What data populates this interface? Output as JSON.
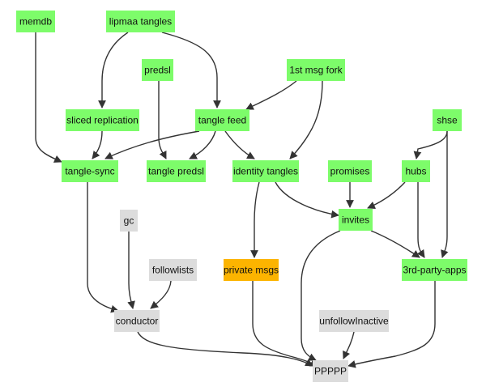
{
  "colors": {
    "done": "#7dfc6a",
    "in_progress": "#fcb400",
    "todo": "#dcdcdc",
    "edge": "#333333",
    "text": "#111111"
  },
  "nodes": [
    {
      "id": "memdb",
      "label": "memdb",
      "status": "done"
    },
    {
      "id": "lipmaa",
      "label": "lipmaa tangles",
      "status": "done"
    },
    {
      "id": "predsl",
      "label": "predsl",
      "status": "done"
    },
    {
      "id": "fork",
      "label": "1st msg fork",
      "status": "done"
    },
    {
      "id": "sliced",
      "label": "sliced replication",
      "status": "done"
    },
    {
      "id": "tanglefeed",
      "label": "tangle feed",
      "status": "done"
    },
    {
      "id": "shse",
      "label": "shse",
      "status": "done"
    },
    {
      "id": "tanglesync",
      "label": "tangle-sync",
      "status": "done"
    },
    {
      "id": "tanglepredsl",
      "label": "tangle predsl",
      "status": "done"
    },
    {
      "id": "identity",
      "label": "identity tangles",
      "status": "done"
    },
    {
      "id": "promises",
      "label": "promises",
      "status": "done"
    },
    {
      "id": "hubs",
      "label": "hubs",
      "status": "done"
    },
    {
      "id": "gc",
      "label": "gc",
      "status": "todo"
    },
    {
      "id": "invites",
      "label": "invites",
      "status": "done"
    },
    {
      "id": "followlists",
      "label": "followlists",
      "status": "todo"
    },
    {
      "id": "private",
      "label": "private msgs",
      "status": "in_progress"
    },
    {
      "id": "thirdparty",
      "label": "3rd-party-apps",
      "status": "done"
    },
    {
      "id": "conductor",
      "label": "conductor",
      "status": "todo"
    },
    {
      "id": "unfollow",
      "label": "unfollowInactive",
      "status": "todo"
    },
    {
      "id": "ppppp",
      "label": "PPPPP",
      "status": "todo"
    }
  ],
  "edges": [
    {
      "from": "memdb",
      "to": "tanglesync"
    },
    {
      "from": "lipmaa",
      "to": "sliced"
    },
    {
      "from": "lipmaa",
      "to": "tanglefeed"
    },
    {
      "from": "predsl",
      "to": "tanglepredsl"
    },
    {
      "from": "fork",
      "to": "tanglefeed"
    },
    {
      "from": "fork",
      "to": "identity"
    },
    {
      "from": "sliced",
      "to": "tanglesync"
    },
    {
      "from": "tanglefeed",
      "to": "tanglesync"
    },
    {
      "from": "tanglefeed",
      "to": "tanglepredsl"
    },
    {
      "from": "tanglefeed",
      "to": "identity"
    },
    {
      "from": "shse",
      "to": "hubs"
    },
    {
      "from": "shse",
      "to": "thirdparty"
    },
    {
      "from": "identity",
      "to": "private"
    },
    {
      "from": "identity",
      "to": "invites"
    },
    {
      "from": "promises",
      "to": "invites"
    },
    {
      "from": "hubs",
      "to": "invites"
    },
    {
      "from": "hubs",
      "to": "thirdparty"
    },
    {
      "from": "invites",
      "to": "thirdparty"
    },
    {
      "from": "invites",
      "to": "ppppp"
    },
    {
      "from": "tanglesync",
      "to": "conductor"
    },
    {
      "from": "gc",
      "to": "conductor"
    },
    {
      "from": "followlists",
      "to": "conductor"
    },
    {
      "from": "conductor",
      "to": "ppppp"
    },
    {
      "from": "private",
      "to": "ppppp"
    },
    {
      "from": "unfollow",
      "to": "ppppp"
    },
    {
      "from": "thirdparty",
      "to": "ppppp"
    }
  ]
}
